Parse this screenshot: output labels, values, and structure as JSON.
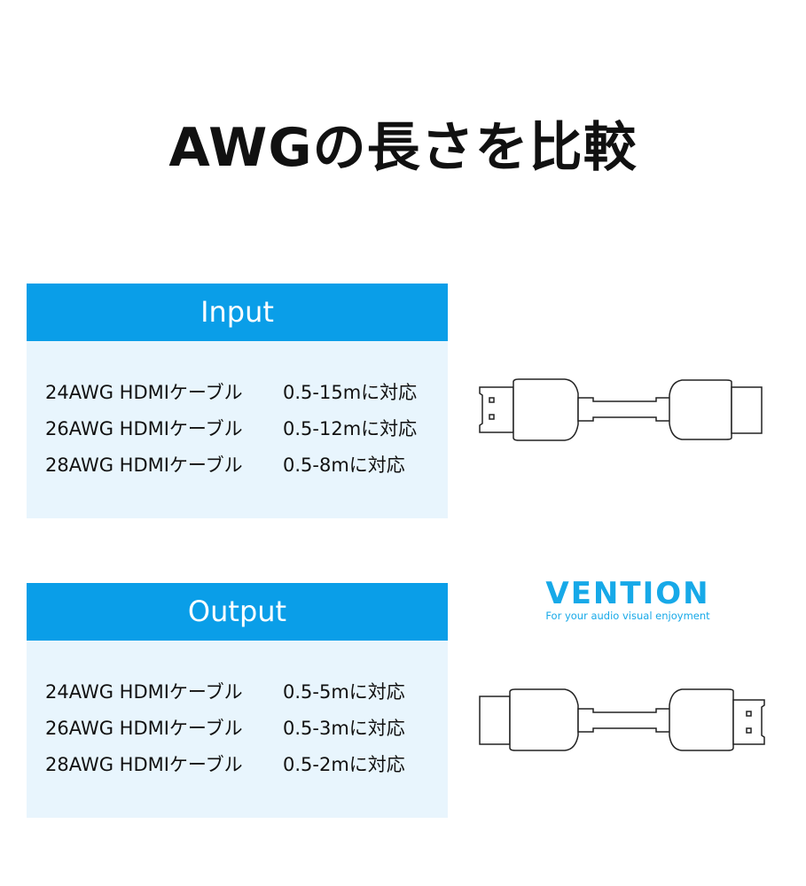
{
  "title": "AWGの長さを比較",
  "input": {
    "header": "Input",
    "rows": [
      {
        "cable": "24AWG HDMIケーブル",
        "length": "0.5-15mに対応"
      },
      {
        "cable": "26AWG HDMIケーブル",
        "length": "0.5-12mに対応"
      },
      {
        "cable": "28AWG HDMIケーブル",
        "length": "0.5-8mに対応"
      }
    ]
  },
  "output": {
    "header": "Output",
    "rows": [
      {
        "cable": "24AWG HDMIケーブル",
        "length": "0.5-5mに対応"
      },
      {
        "cable": "26AWG HDMIケーブル",
        "length": "0.5-3mに対応"
      },
      {
        "cable": "28AWG HDMIケーブル",
        "length": "0.5-2mに対応"
      }
    ]
  },
  "logo": {
    "brand": "VENTION",
    "tagline": "For your audio visual enjoyment"
  },
  "colors": {
    "accent": "#0a9ee8",
    "panel_bg": "#e8f5fd",
    "logo": "#17a9e8"
  }
}
